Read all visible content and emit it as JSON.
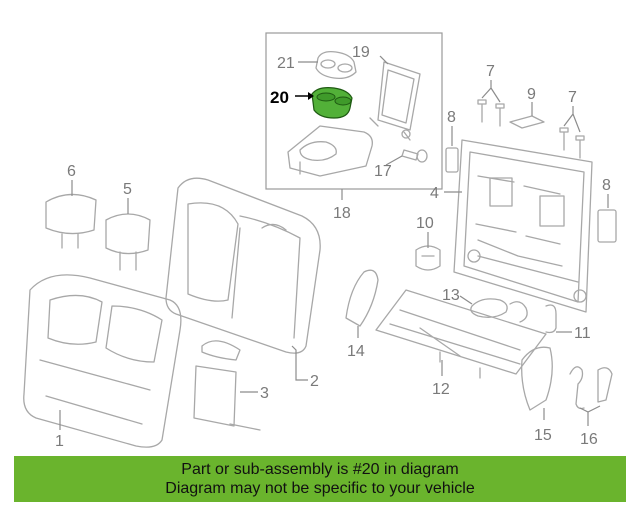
{
  "diagram": {
    "highlighted_part": "20",
    "highlight_color": "#52b038",
    "callouts": [
      "1",
      "2",
      "3",
      "4",
      "5",
      "6",
      "7",
      "7",
      "8",
      "8",
      "9",
      "10",
      "11",
      "12",
      "13",
      "14",
      "15",
      "16",
      "17",
      "18",
      "19",
      "20",
      "21"
    ]
  },
  "banner": {
    "line1": "Part or sub-assembly is #20 in diagram",
    "line2": "Diagram may not be specific to your vehicle",
    "color": "#6ab42d"
  }
}
